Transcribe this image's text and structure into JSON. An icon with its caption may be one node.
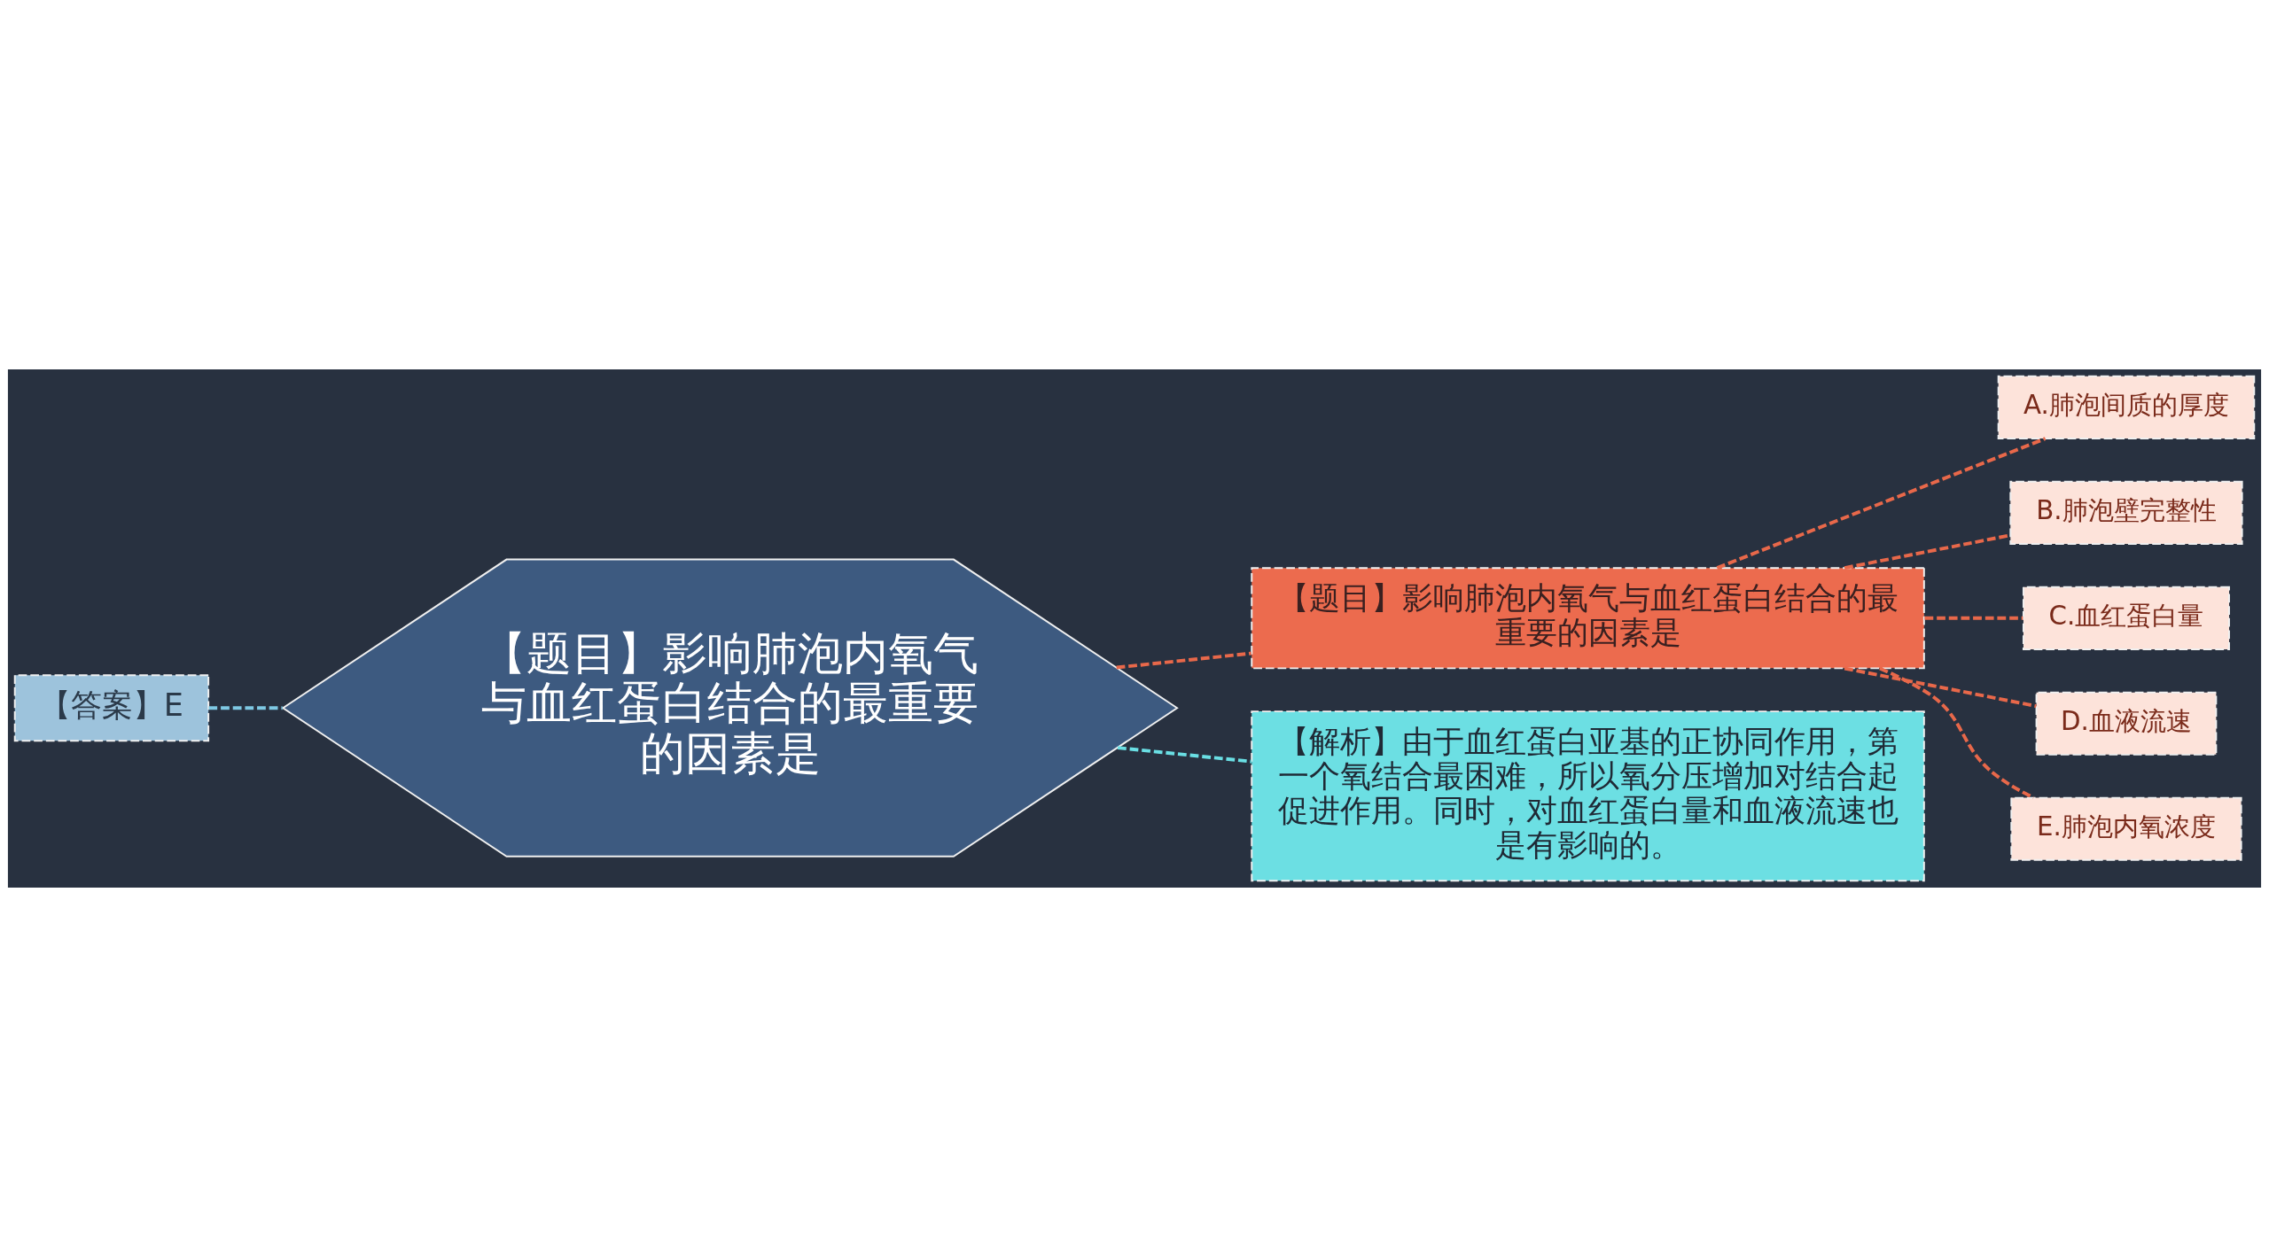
{
  "diagram": {
    "nodes": [
      {
        "text": [
          "【题目】影响肺泡内氧气与血红蛋白结合的最重要的因素是"
        ]
      },
      {
        "text": [
          "【答案】E"
        ]
      },
      {
        "text": [
          "【题目】影响肺泡内氧气与血红蛋白结合的最重要的因素是"
        ]
      },
      {
        "text": [
          "A.肺泡间质的厚度"
        ]
      },
      {
        "text": [
          "B.肺泡壁完整性"
        ]
      },
      {
        "text": [
          "C.血红蛋白量"
        ]
      },
      {
        "text": [
          "D.血液流速"
        ]
      },
      {
        "text": [
          "E.肺泡内氧浓度"
        ]
      },
      {
        "text": [
          "【解析】由于血红蛋白亚基的正协同作用，第一个氧结合最困难，所以氧分压增加对结合起促进作用。同时，对血红蛋白量和血液流速也是有影响的。"
        ]
      }
    ],
    "edges": [
      {
        "from": 1,
        "to": 0,
        "arrow": "none",
        "style": "dashed",
        "color": "#7ec8e3"
      },
      {
        "from": 0,
        "to": 2,
        "arrow": "none",
        "style": "dashed"
      },
      {
        "from": 0,
        "to": 8,
        "arrow": "none",
        "style": "dashed",
        "color": "#6adfe4"
      },
      {
        "from": 2,
        "to": 3,
        "arrow": "none",
        "style": "dashed"
      },
      {
        "from": 2,
        "to": 4,
        "arrow": "none",
        "style": "dashed"
      },
      {
        "from": 2,
        "to": 5,
        "arrow": "none",
        "style": "dashed"
      },
      {
        "from": 2,
        "to": 6,
        "arrow": "none",
        "style": "dashed"
      },
      {
        "from": 2,
        "to": 7,
        "arrow": "none",
        "style": "dashed"
      }
    ]
  }
}
